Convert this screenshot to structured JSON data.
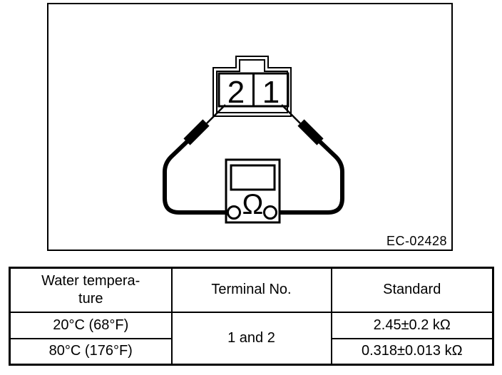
{
  "figure": {
    "code_label": "EC-02428",
    "connector": {
      "terminal_left_label": "2",
      "terminal_right_label": "1"
    },
    "meter": {
      "symbol": "Ω"
    }
  },
  "table": {
    "headers": {
      "temperature": "Water tempera-\nture",
      "terminal": "Terminal No.",
      "standard": "Standard"
    },
    "terminal_no": "1 and 2",
    "rows": [
      {
        "temperature": "20°C (68°F)",
        "standard": "2.45±0.2 kΩ"
      },
      {
        "temperature": "80°C (176°F)",
        "standard": "0.318±0.013 kΩ"
      }
    ]
  },
  "colors": {
    "line": "#000000",
    "background": "#ffffff"
  }
}
